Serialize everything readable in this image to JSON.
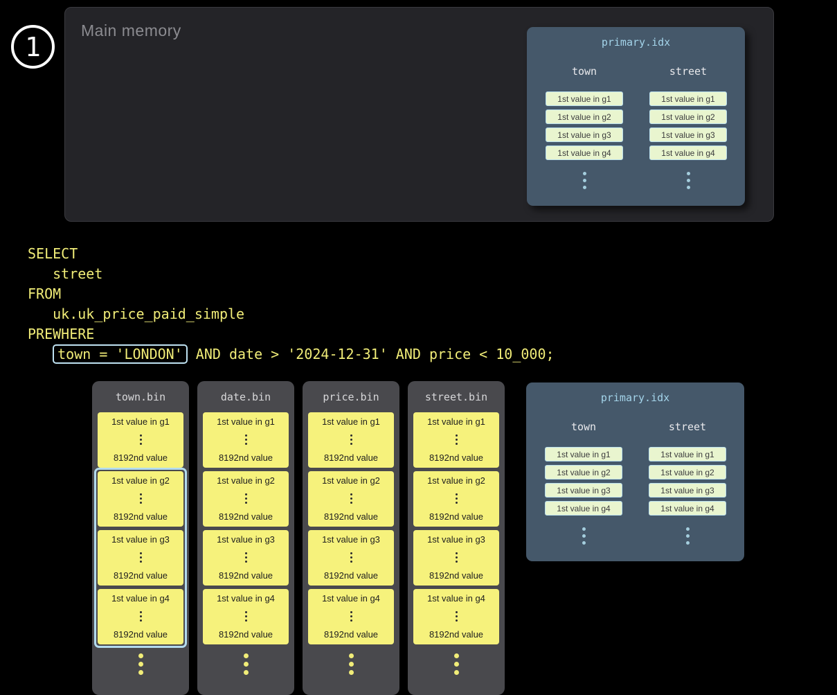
{
  "step_indicator": {
    "number": "1"
  },
  "main_memory": {
    "label": "Main memory"
  },
  "primary_index_top": {
    "title": "primary.idx",
    "columns": [
      {
        "name": "town",
        "entries": [
          "1st value in g1",
          "1st value in g2",
          "1st value in g3",
          "1st value in g4"
        ]
      },
      {
        "name": "street",
        "entries": [
          "1st value in g1",
          "1st value in g2",
          "1st value in g3",
          "1st value in g4"
        ]
      }
    ]
  },
  "sql_query": {
    "line_select": "SELECT",
    "line_select_column": "   street",
    "line_from": "FROM",
    "line_table": "   uk.uk_price_paid_simple",
    "line_prewhere": "PREWHERE",
    "condition_indent": "   ",
    "condition_highlighted": "town = 'LONDON'",
    "condition_rest": " AND date > '2024-12-31' AND price < 10_000;"
  },
  "column_files": [
    {
      "title": "town.bin",
      "selected_granules": "g2-g4",
      "granules": [
        {
          "first": "1st value in g1",
          "last": "8192nd value"
        },
        {
          "first": "1st value in g2",
          "last": "8192nd value"
        },
        {
          "first": "1st value in g3",
          "last": "8192nd value"
        },
        {
          "first": "1st value in g4",
          "last": "8192nd value"
        }
      ]
    },
    {
      "title": "date.bin",
      "granules": [
        {
          "first": "1st value in g1",
          "last": "8192nd value"
        },
        {
          "first": "1st value in g2",
          "last": "8192nd value"
        },
        {
          "first": "1st value in g3",
          "last": "8192nd value"
        },
        {
          "first": "1st value in g4",
          "last": "8192nd value"
        }
      ]
    },
    {
      "title": "price.bin",
      "granules": [
        {
          "first": "1st value in g1",
          "last": "8192nd value"
        },
        {
          "first": "1st value in g2",
          "last": "8192nd value"
        },
        {
          "first": "1st value in g3",
          "last": "8192nd value"
        },
        {
          "first": "1st value in g4",
          "last": "8192nd value"
        }
      ]
    },
    {
      "title": "street.bin",
      "granules": [
        {
          "first": "1st value in g1",
          "last": "8192nd value"
        },
        {
          "first": "1st value in g2",
          "last": "8192nd value"
        },
        {
          "first": "1st value in g3",
          "last": "8192nd value"
        },
        {
          "first": "1st value in g4",
          "last": "8192nd value"
        }
      ]
    }
  ],
  "primary_index_bottom": {
    "title": "primary.idx",
    "columns": [
      {
        "name": "town",
        "entries": [
          "1st value in g1",
          "1st value in g2",
          "1st value in g3",
          "1st value in g4"
        ]
      },
      {
        "name": "street",
        "entries": [
          "1st value in g1",
          "1st value in g2",
          "1st value in g3",
          "1st value in g4"
        ]
      }
    ]
  }
}
